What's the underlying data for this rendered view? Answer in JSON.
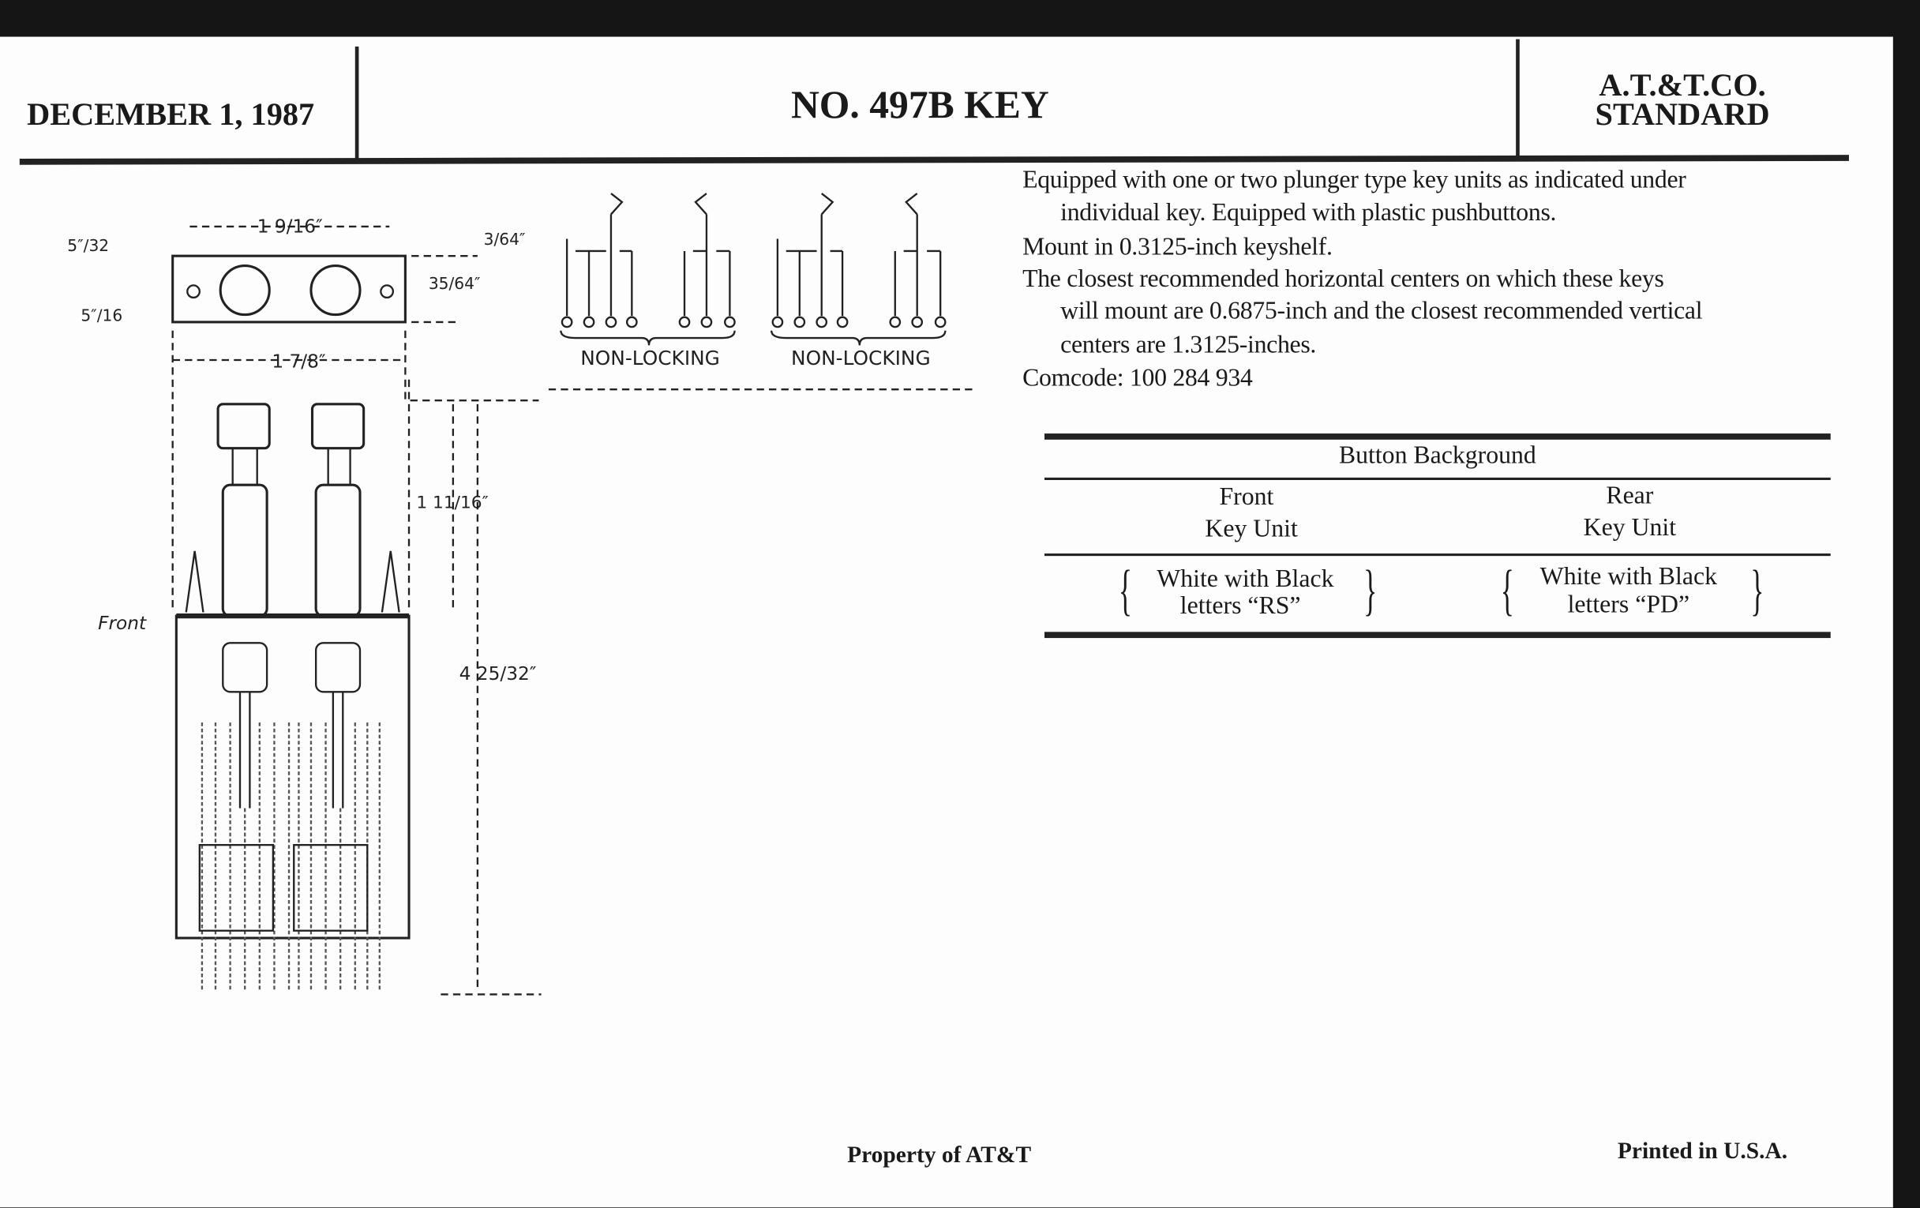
{
  "header": {
    "date": "DECEMBER 1, 1987",
    "title": "NO. 497B KEY",
    "standard_line1": "A.T.&T.CO.",
    "standard_line2": "STANDARD"
  },
  "description": {
    "lines": [
      "Equipped with one or two plunger type key units as indicated under",
      "individual key. Equipped with plastic pushbuttons.",
      "Mount in 0.3125-inch keyshelf.",
      "The closest recommended horizontal centers on which these keys",
      "will mount are 0.6875-inch and the closest recommended vertical",
      "centers are 1.3125-inches.",
      "Comcode: 100 284 934"
    ]
  },
  "table": {
    "title": "Button Background",
    "columns": [
      {
        "line1": "Front",
        "line2": "Key Unit"
      },
      {
        "line1": "Rear",
        "line2": "Key Unit"
      }
    ],
    "cells": [
      {
        "line1": "White with Black",
        "line2": "letters “RS”"
      },
      {
        "line1": "White with Black",
        "line2": "letters “PD”"
      }
    ]
  },
  "drawing": {
    "labels": {
      "d_5_32": "5″/32",
      "d_1_9_16": "1 9/16″",
      "d_3_64": "3/64″",
      "d_35_64": "35/64″",
      "d_5_16": "5″/16",
      "d_1_7_8": "1 7/8″",
      "d_1_11_16": "1 11/16″",
      "d_4_25_32": "4 25/32″",
      "front": "Front"
    },
    "schematic_labels": [
      "NON-LOCKING",
      "NON-LOCKING"
    ]
  },
  "footer": {
    "property": "Property of AT&T",
    "printed": "Printed in U.S.A."
  }
}
